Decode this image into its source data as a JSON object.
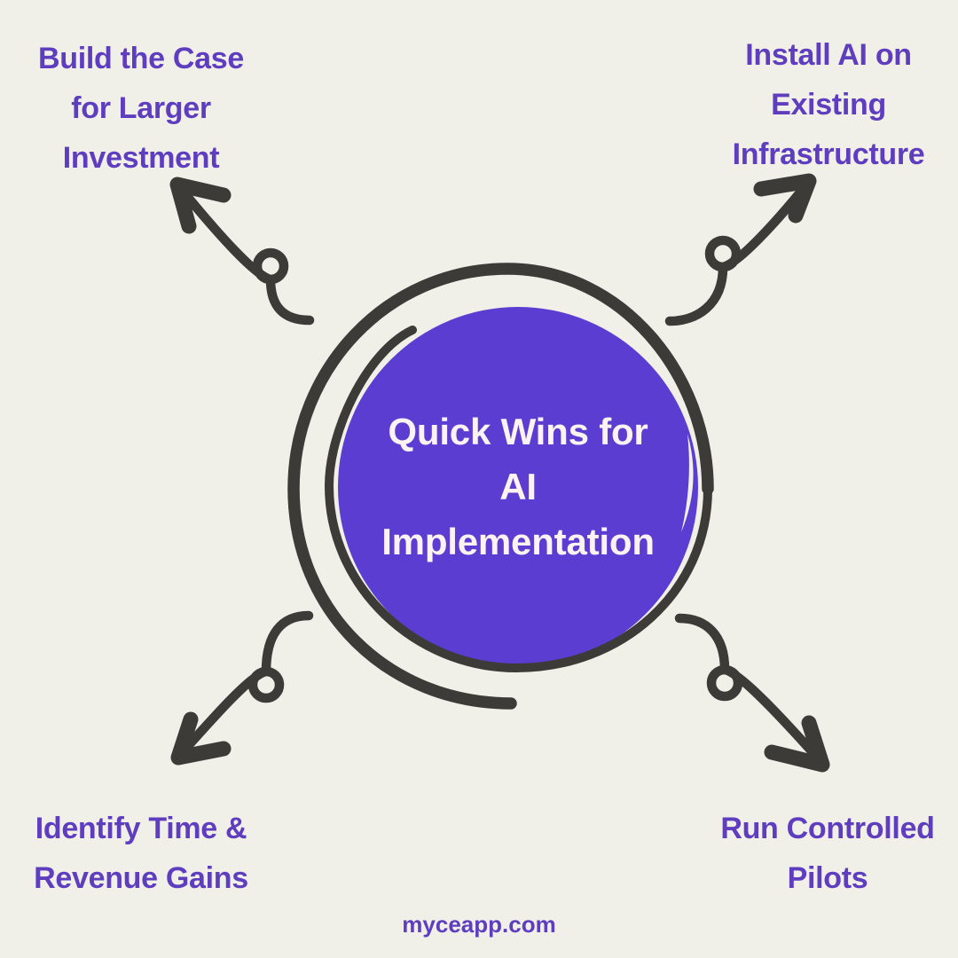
{
  "colors": {
    "background": "#f0efe8",
    "circle_fill": "#5c3dd2",
    "label_text": "#5e3dbf",
    "stroke_dark": "#3d3b38",
    "title_text": "#faf3f2"
  },
  "center": {
    "title_lines": [
      "Quick Wins for",
      "AI",
      "Implementation"
    ]
  },
  "labels": {
    "top_left": {
      "lines": [
        "Build the Case",
        "for Larger",
        "Investment"
      ]
    },
    "top_right": {
      "lines": [
        "Install AI on",
        "Existing",
        "Infrastructure"
      ]
    },
    "bottom_left": {
      "lines": [
        "Identify Time &",
        "Revenue Gains"
      ]
    },
    "bottom_right": {
      "lines": [
        "Run Controlled",
        "Pilots"
      ]
    }
  },
  "footer": {
    "website": "myceapp.com"
  },
  "icons": {
    "arrows": [
      "arrow-up-left-icon",
      "arrow-up-right-icon",
      "arrow-down-left-icon",
      "arrow-down-right-icon"
    ]
  }
}
